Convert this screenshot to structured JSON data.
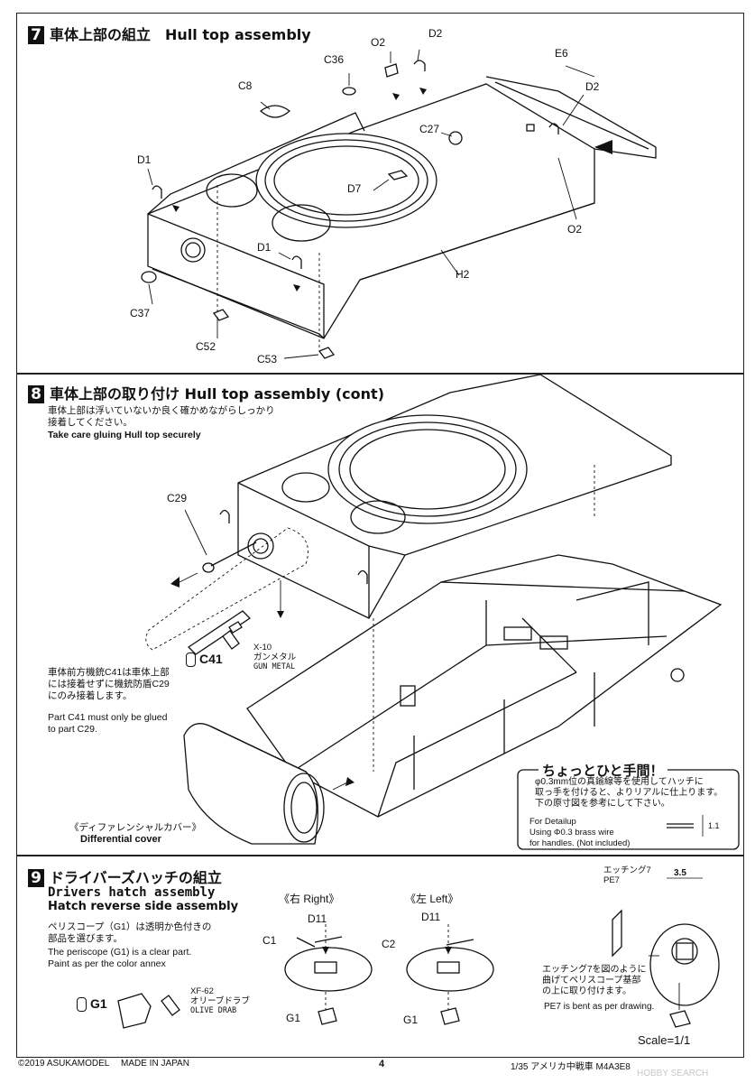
{
  "steps": [
    {
      "number": "7",
      "title": "車体上部の組立　Hull top assembly",
      "parts": [
        "O2",
        "D2",
        "C36",
        "E6",
        "C8",
        "D2",
        "C27",
        "D1",
        "D7",
        "O2",
        "D1",
        "H2",
        "C37",
        "C52",
        "C53"
      ]
    },
    {
      "number": "8",
      "title": "車体上部の取り付け  Hull top assembly (cont)",
      "note_jp": [
        "車体上部は浮いていないか良く確かめながらしっかり",
        "接着してください。"
      ],
      "note_en": "Take care gluing Hull top securely",
      "part_c29": "C29",
      "part_c41": "C41",
      "paint_code": "X-10",
      "paint_jp": "ガンメタル",
      "paint_en": "GUN METAL",
      "c41_note_jp": [
        "車体前方機銃C41は車体上部",
        "には接着せずに機銃防盾C29",
        "にのみ接着します。"
      ],
      "c41_note_en": [
        "Part C41 must only be glued",
        "to part C29."
      ],
      "diff_cover_jp": "《ディファレンシャルカバー》",
      "diff_cover_en": "Differential cover",
      "tip_title": "ちょっとひと手間！",
      "tip_jp": [
        "φ0.3mm位の真鍮線等を使用してハッチに",
        "取っ手を付けると、よりリアルに仕上ります。",
        "下の原寸図を参考にして下さい。"
      ],
      "tip_en": [
        "For Detailup",
        "Using Φ0.3 brass wire",
        "for handles. (Not included)"
      ],
      "dim_1_1": "1.1"
    },
    {
      "number": "9",
      "title_jp": "ドライバーズハッチの組立",
      "title_en1": "Drivers hatch assembly",
      "title_en2": "Hatch reverse side assembly",
      "periscope_jp": [
        "ペリスコープ（G1）は透明か色付きの",
        "部品を選びます。"
      ],
      "periscope_en": [
        "The periscope (G1) is a clear part.",
        "Paint as per the color annex"
      ],
      "g1_label": "G1",
      "paint_code": "XF-62",
      "paint_jp": "オリーブドラブ",
      "paint_en": "OLIVE DRAB",
      "right_label": "《右 Right》",
      "left_label": "《左 Left》",
      "right_parts": [
        "D11",
        "C1",
        "G1"
      ],
      "left_parts": [
        "D11",
        "C2",
        "G1"
      ],
      "etching_jp": "エッチング7",
      "pe7": "PE7",
      "dim_3_5": "3.5",
      "bend_jp": [
        "エッチング7を図のように",
        "曲げてペリスコープ基部",
        "の上に取り付けます。"
      ],
      "bend_en": "PE7 is bent as per drawing.",
      "scale": "Scale=1/1"
    }
  ],
  "footer": {
    "copyright": "©2019 ASUKAMODEL",
    "made_in": "MADE IN JAPAN",
    "page_number": "4",
    "product": "1/35 アメリカ中戦車 M4A3E8",
    "watermark": "HOBBY SEARCH"
  }
}
